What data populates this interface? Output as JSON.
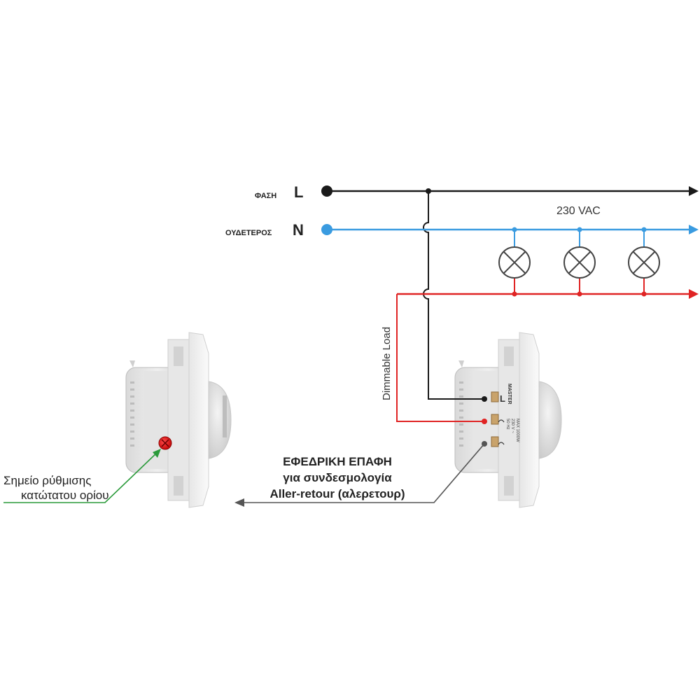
{
  "lines": {
    "phase_name": "ΦΑΣΗ",
    "phase_symbol": "L",
    "neutral_name": "ΟΥΔΕΤΕΡΟΣ",
    "neutral_symbol": "N",
    "voltage": "230 VAC",
    "load_label": "Dimmable Load"
  },
  "device": {
    "brand": "MASTER",
    "spec_line1": "MAX 1000W",
    "spec_line2": "230 V ~",
    "spec_line3": "50 Hz",
    "terminal_L": "L"
  },
  "annotations": {
    "aux_line1": "ΕΦΕΔΡΙΚΗ ΕΠΑΦΗ",
    "aux_line2": "για συνδεσμολογία",
    "aux_line3": "Aller-retour (αλερετουρ)",
    "min_line1": "Σημείο ρύθμισης",
    "min_line2": "κατώτατου ορίου"
  },
  "colors": {
    "phase": "#1a1a1a",
    "neutral": "#3a9be0",
    "load": "#e02424",
    "aux_pointer": "#555555",
    "min_pointer": "#2a9a3a",
    "lamp_stroke": "#444444"
  },
  "icons": [
    "lamp-icon",
    "arrow-icon",
    "dimmer-device"
  ]
}
